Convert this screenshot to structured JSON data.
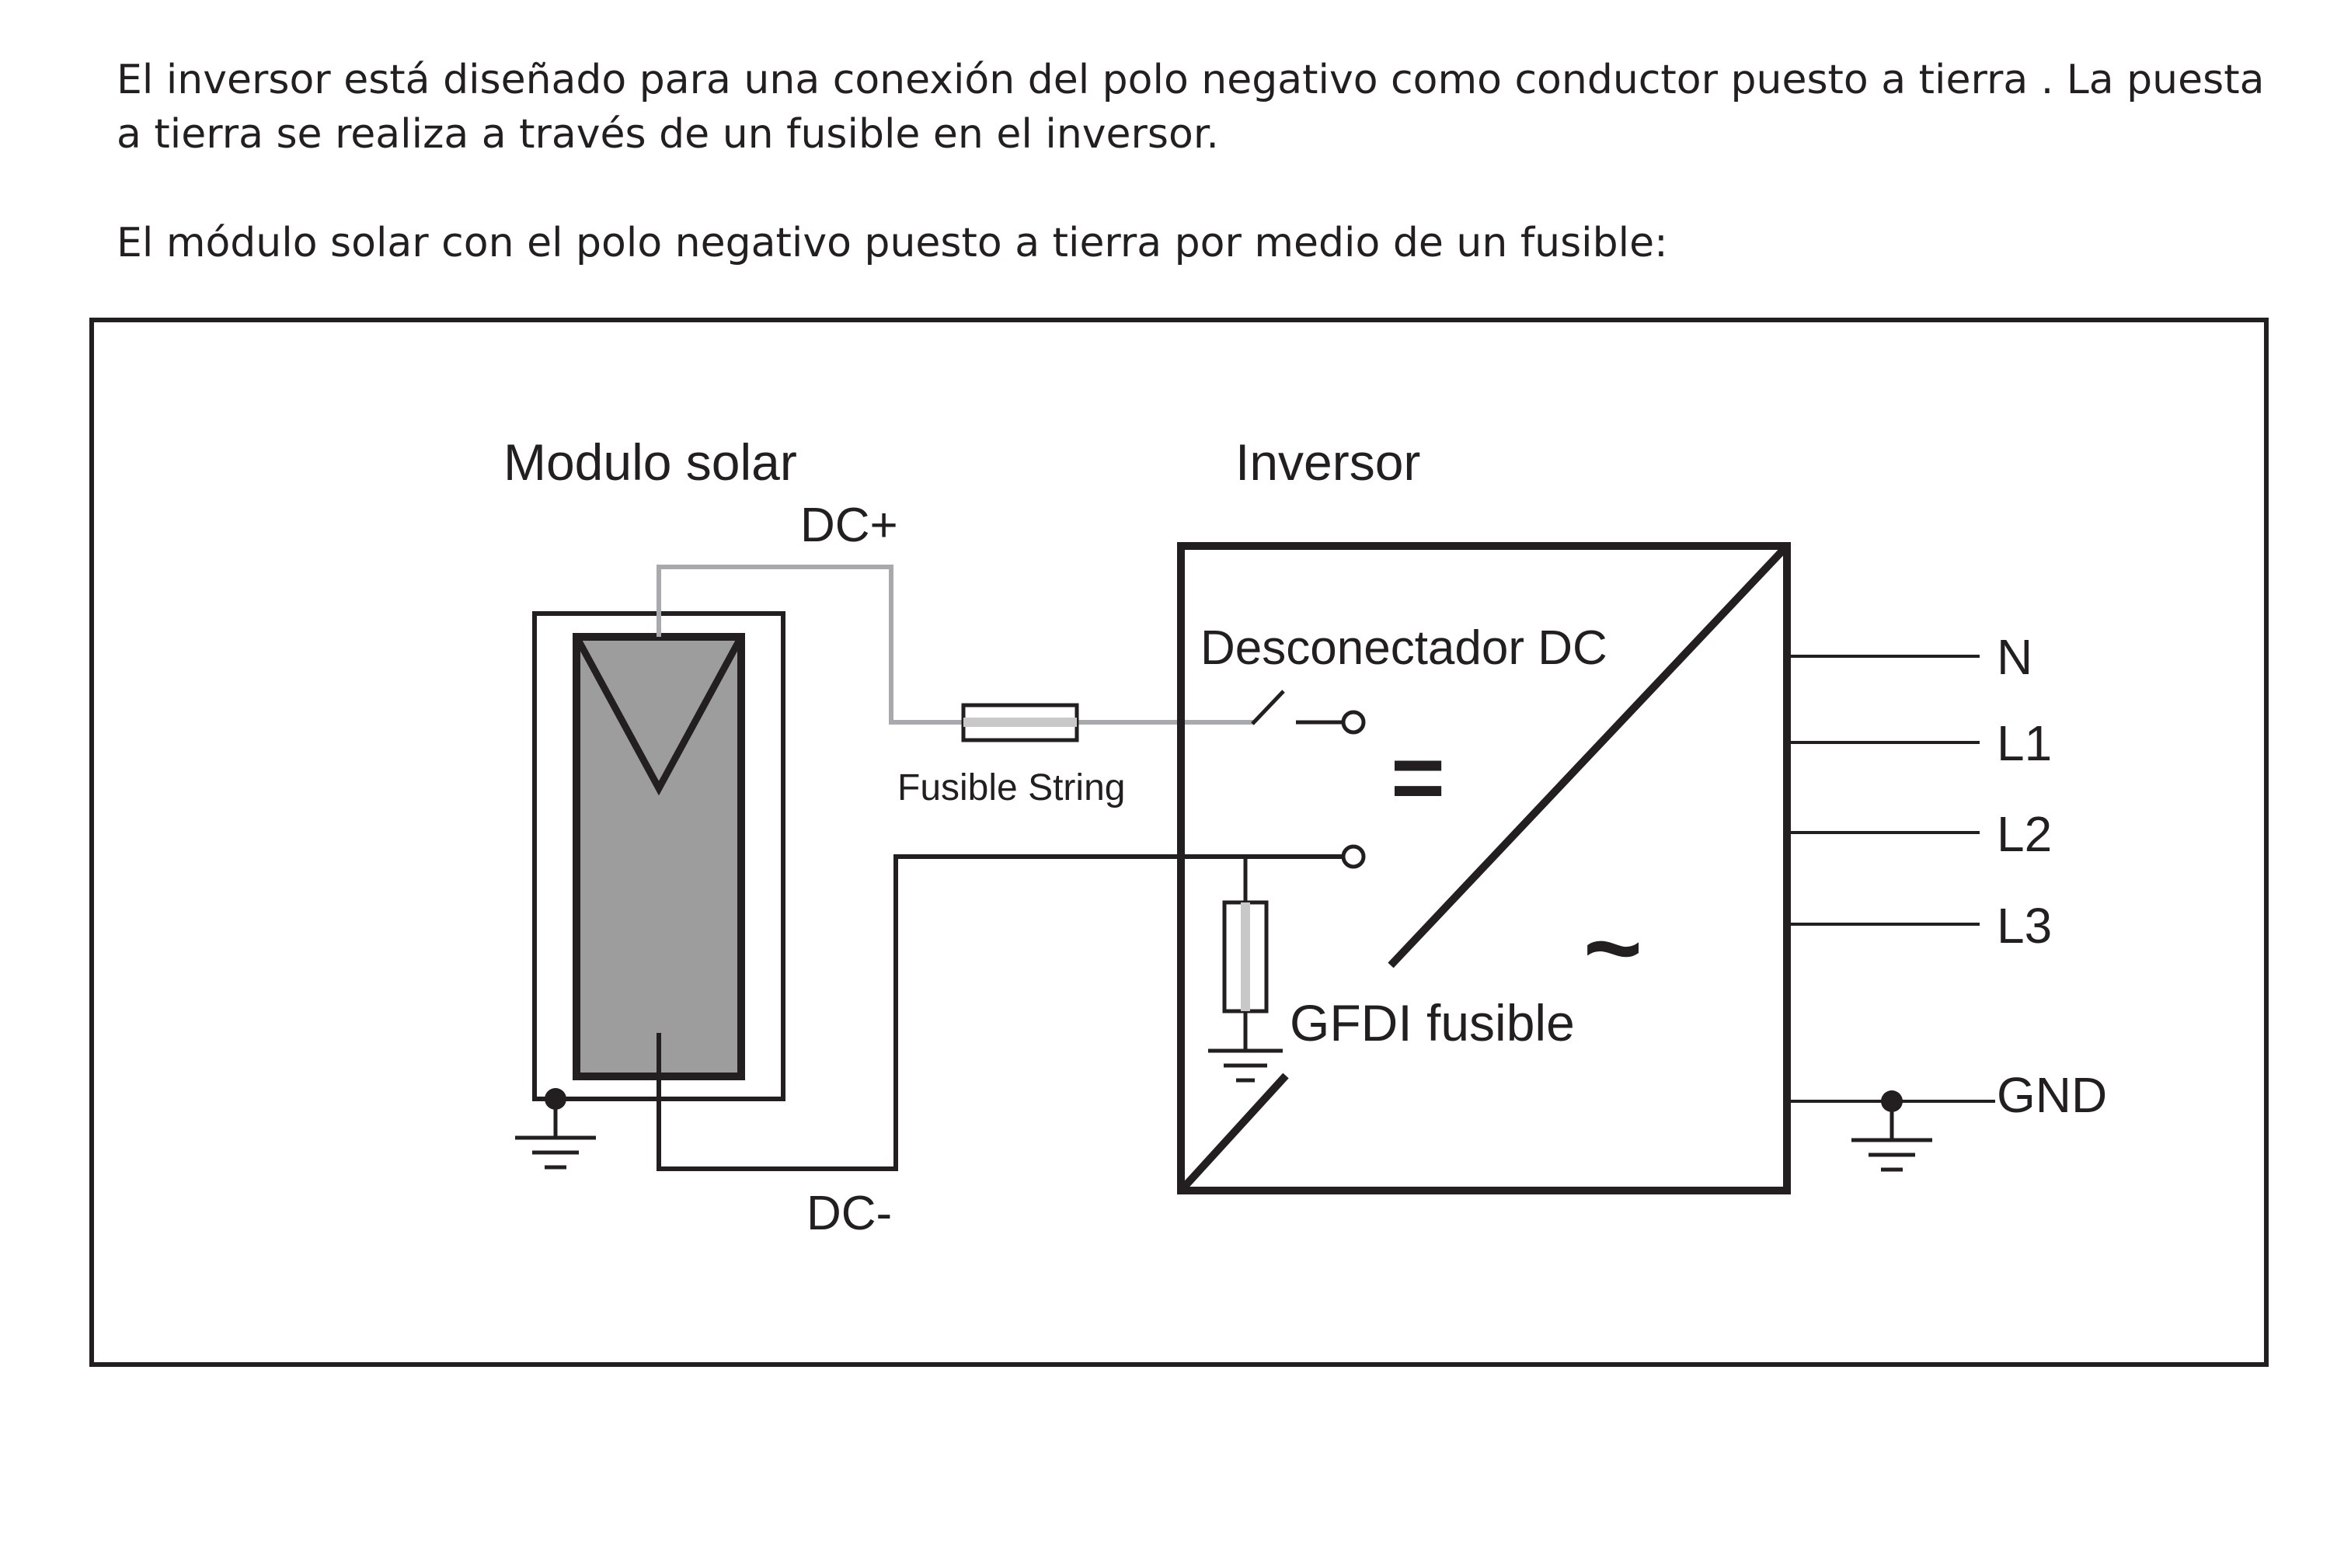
{
  "intro": {
    "paragraph1": "El inversor está diseñado para una conexión del polo negativo como conductor puesto a tierra . La puesta a tierra se realiza a través de un fusible en el inversor.",
    "paragraph2": "El módulo solar con el polo negativo puesto a tierra por medio de un fusible:"
  },
  "diagram": {
    "module_label": "Modulo solar",
    "inverter_label": "Inversor",
    "dc_plus": "DC+",
    "dc_minus": "DC-",
    "string_fuse_label": "Fusible String",
    "dc_disconnect_label": "Desconectador DC",
    "gfdi_label": "GFDI fusible",
    "dc_symbol": "=",
    "ac_symbol": "~",
    "outputs": [
      "N",
      "L1",
      "L2",
      "L3"
    ],
    "ground_label": "GND"
  },
  "colors": {
    "line": "#231f20",
    "dc_positive_wire": "#a7a9ac",
    "panel_fill": "#9d9d9d",
    "fuse_core": "#c8c8c8"
  }
}
